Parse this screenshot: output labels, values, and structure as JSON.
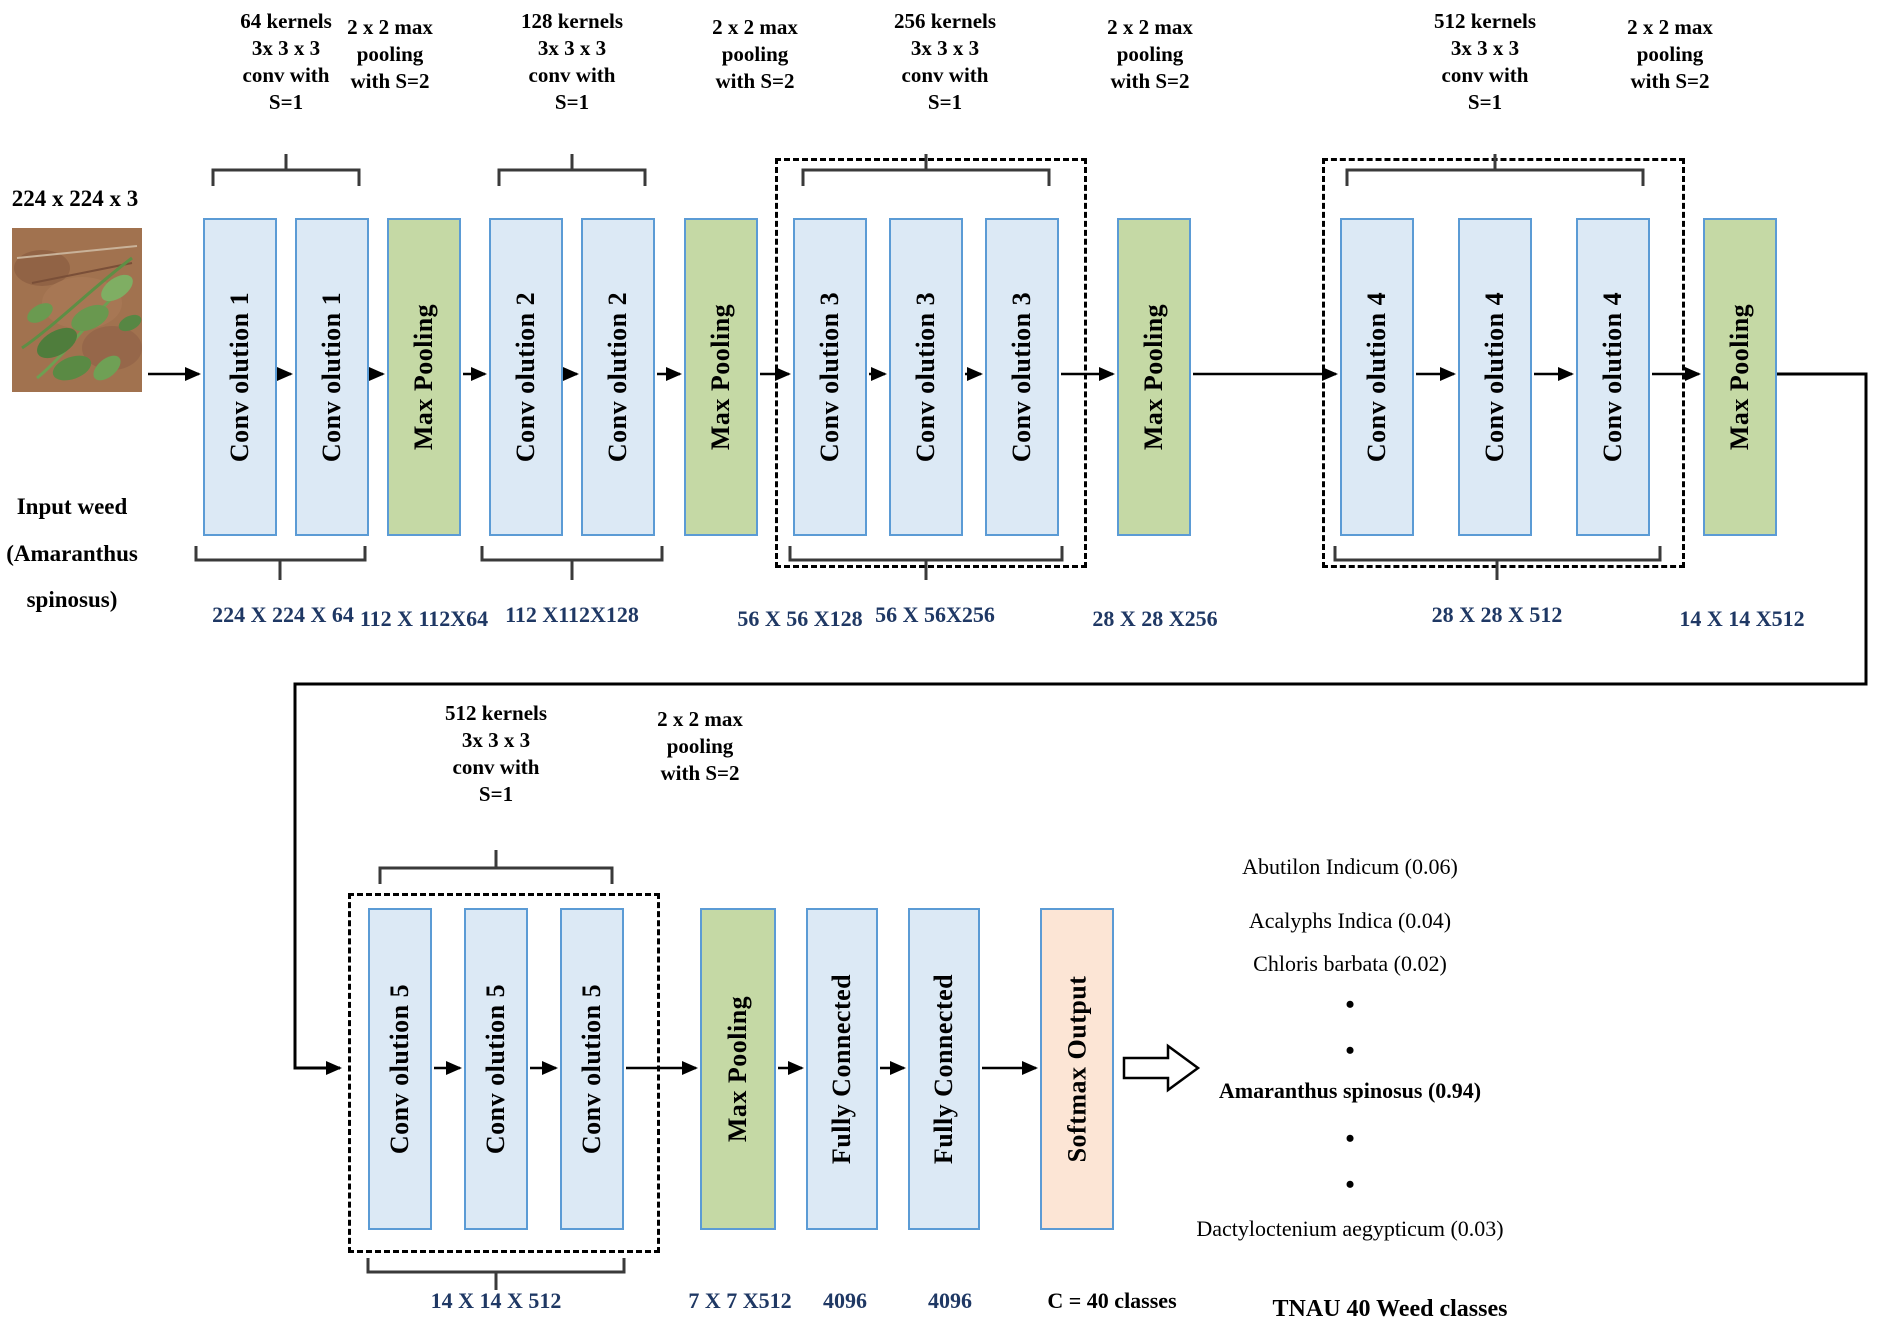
{
  "figure": {
    "type": "cnn-architecture-diagram",
    "title_semantic": "VGG16 weed classification pipeline"
  },
  "colors": {
    "conv_fill": "#dce9f5",
    "pool_fill": "#c5d9a5",
    "softmax_fill": "#fce5d5",
    "box_border": "#5b9bd5",
    "dim_text": "#1f3864",
    "line": "#000000"
  },
  "input": {
    "size_label": "224 x 224 x 3",
    "caption_line1": "Input weed",
    "caption_line2": "(Amaranthus",
    "caption_line3": "spinosus)"
  },
  "row1": {
    "op_labels": [
      {
        "text": "64 kernels\n3x 3 x 3\nconv with\nS=1"
      },
      {
        "text": "2 x 2 max\npooling\nwith S=2"
      },
      {
        "text": "128 kernels\n3x 3 x 3\nconv with\nS=1"
      },
      {
        "text": "2 x 2 max\npooling\nwith S=2"
      },
      {
        "text": "256 kernels\n3x 3 x 3\nconv with\nS=1"
      },
      {
        "text": "2 x 2 max\npooling\nwith S=2"
      },
      {
        "text": "512 kernels\n3x 3 x 3\nconv with\nS=1"
      },
      {
        "text": "2 x 2 max\npooling\nwith S=2"
      }
    ],
    "boxes": [
      {
        "label": "Conv olution 1",
        "type": "conv"
      },
      {
        "label": "Conv olution 1",
        "type": "conv"
      },
      {
        "label": "Max Pooling",
        "type": "pool"
      },
      {
        "label": "Conv olution 2",
        "type": "conv"
      },
      {
        "label": "Conv olution 2",
        "type": "conv"
      },
      {
        "label": "Max Pooling",
        "type": "pool"
      },
      {
        "label": "Conv olution 3",
        "type": "conv"
      },
      {
        "label": "Conv olution 3",
        "type": "conv"
      },
      {
        "label": "Conv olution 3",
        "type": "conv"
      },
      {
        "label": "Max Pooling",
        "type": "pool"
      },
      {
        "label": "Conv olution 4",
        "type": "conv"
      },
      {
        "label": "Conv olution 4",
        "type": "conv"
      },
      {
        "label": "Conv olution 4",
        "type": "conv"
      },
      {
        "label": "Max Pooling",
        "type": "pool"
      }
    ],
    "dims": [
      "224 X 224 X 64",
      "112 X 112X64",
      "112 X112X128",
      "56 X 56 X128",
      "56 X 56X256",
      "28 X 28 X256",
      "28 X 28 X 512",
      "14 X 14 X512"
    ]
  },
  "row2": {
    "op_labels": [
      {
        "text": "512 kernels\n3x 3 x 3\nconv with\nS=1"
      },
      {
        "text": "2 x 2 max\npooling\nwith S=2"
      }
    ],
    "boxes": [
      {
        "label": "Conv olution 5",
        "type": "conv"
      },
      {
        "label": "Conv olution 5",
        "type": "conv"
      },
      {
        "label": "Conv olution 5",
        "type": "conv"
      },
      {
        "label": "Max Pooling",
        "type": "pool"
      },
      {
        "label": "Fully Connected",
        "type": "conv"
      },
      {
        "label": "Fully Connected",
        "type": "conv"
      },
      {
        "label": "Softmax Output",
        "type": "soft"
      }
    ],
    "dims": [
      "14 X 14 X 512",
      "7 X 7 X512",
      "4096",
      "4096",
      "C = 40 classes"
    ]
  },
  "output": {
    "dot": "•",
    "classes": [
      "Abutilon Indicum (0.06)",
      "Acalyphs Indica (0.04)",
      "Chloris barbata (0.02)",
      "Amaranthus spinosus (0.94)",
      "Dactyloctenium aegypticum (0.03)"
    ],
    "footer": "TNAU 40 Weed classes"
  }
}
